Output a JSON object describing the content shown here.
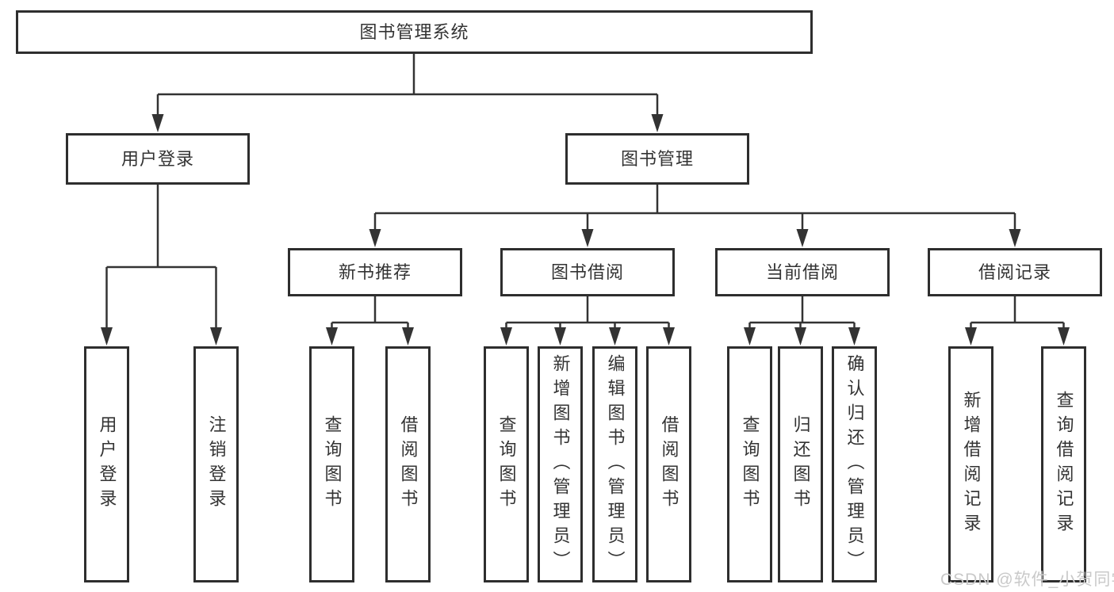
{
  "diagram": {
    "root": {
      "label": "图书管理系统"
    },
    "level2": [
      {
        "label": "用户登录",
        "children": [
          {
            "label": "用户登录"
          },
          {
            "label": "注销登录"
          }
        ]
      },
      {
        "label": "图书管理",
        "children": [
          {
            "label": "新书推荐",
            "children": [
              {
                "label": "查询图书"
              },
              {
                "label": "借阅图书"
              }
            ]
          },
          {
            "label": "图书借阅",
            "children": [
              {
                "label": "查询图书"
              },
              {
                "label": "新增图书（管理员）"
              },
              {
                "label": "编辑图书（管理员）"
              },
              {
                "label": "借阅图书"
              }
            ]
          },
          {
            "label": "当前借阅",
            "children": [
              {
                "label": "查询图书"
              },
              {
                "label": "归还图书"
              },
              {
                "label": "确认归还（管理员）"
              }
            ]
          },
          {
            "label": "借阅记录",
            "children": [
              {
                "label": "新增借阅记录"
              },
              {
                "label": "查询借阅记录"
              }
            ]
          }
        ]
      }
    ]
  },
  "watermark": {
    "text": "CSDN @软件_小贺同学"
  },
  "colors": {
    "line": "#333333",
    "box_border": "#2e2e2e",
    "text": "#333333",
    "watermark": "#c9c9c9",
    "background": "#ffffff"
  }
}
